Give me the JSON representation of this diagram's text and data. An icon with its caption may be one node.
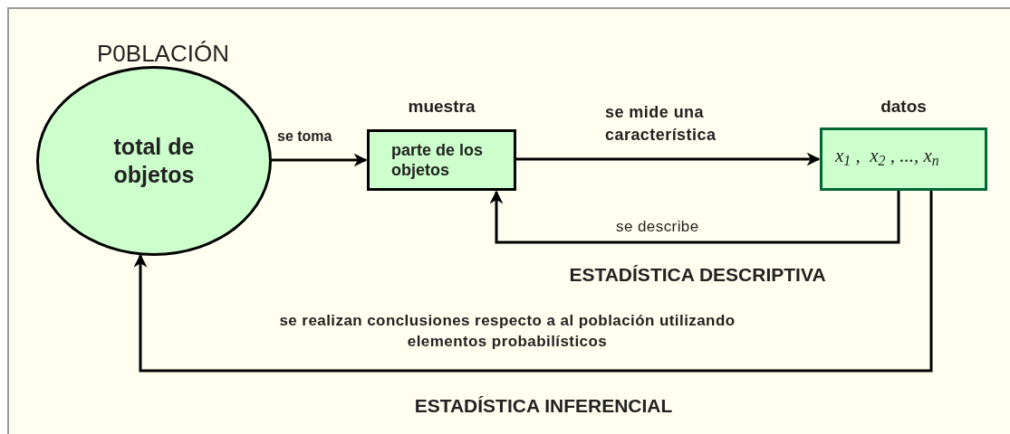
{
  "diagram": {
    "nodes": [
      {
        "text": [
          "P0BLACIÓN",
          "total de objetos"
        ]
      },
      {
        "text": [
          "muestra",
          "parte de los objetos"
        ]
      },
      {
        "text": [
          "datos",
          "x$_{1}$ ,  x$_{2}$ , ..., x$_{n}$"
        ]
      }
    ],
    "edges": [
      {
        "from": 0,
        "to": 1,
        "arrow": "to",
        "label": "se toma"
      },
      {
        "from": 1,
        "to": 2,
        "arrow": "to",
        "label": "se mide una característica"
      },
      {
        "from": 2,
        "to": 1,
        "arrow": "to",
        "label": "se describe"
      },
      {
        "from": 2,
        "to": 0,
        "arrow": "to",
        "label": "se realizan conclusiones respecto a al población utilizando elementos probabilísticos"
      }
    ],
    "labels": [
      "ESTADÍSTICA DESCRIPTIVA",
      "ESTADÍSTICA INFERENCIAL"
    ]
  }
}
